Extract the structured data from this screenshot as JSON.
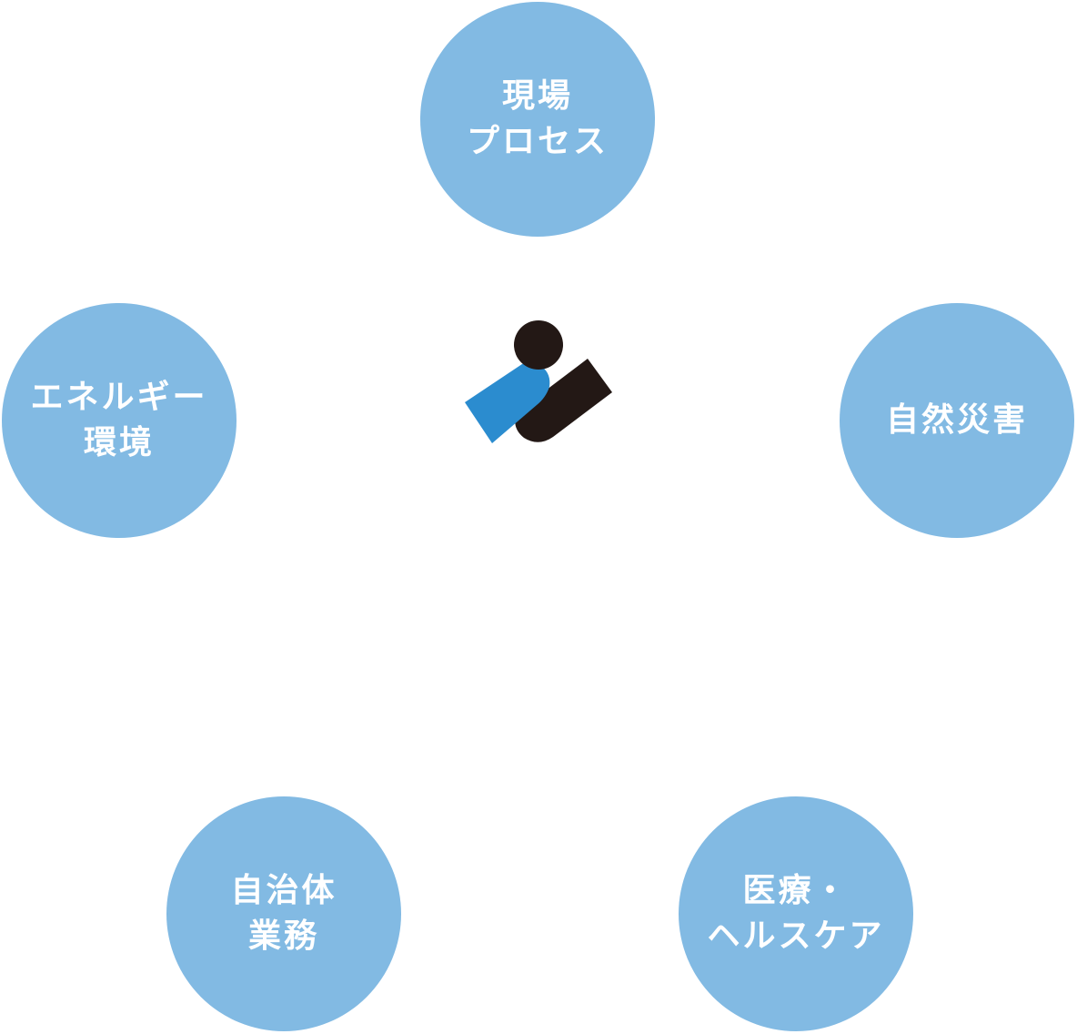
{
  "colors": {
    "node_fill": "#82bae3",
    "node_text": "#ffffff",
    "logo_blue": "#2b8ccf",
    "logo_dark": "#231815"
  },
  "logo": {
    "icon": "person-with-card-logo-icon"
  },
  "nodes": {
    "top": {
      "lines": [
        "現場",
        "プロセス"
      ]
    },
    "right": {
      "lines": [
        "自然災害"
      ]
    },
    "left": {
      "lines": [
        "エネルギー",
        "環境"
      ]
    },
    "bottom_left": {
      "lines": [
        "自治体",
        "業務"
      ]
    },
    "bottom_right": {
      "lines": [
        "医療・",
        "ヘルスケア"
      ]
    }
  }
}
